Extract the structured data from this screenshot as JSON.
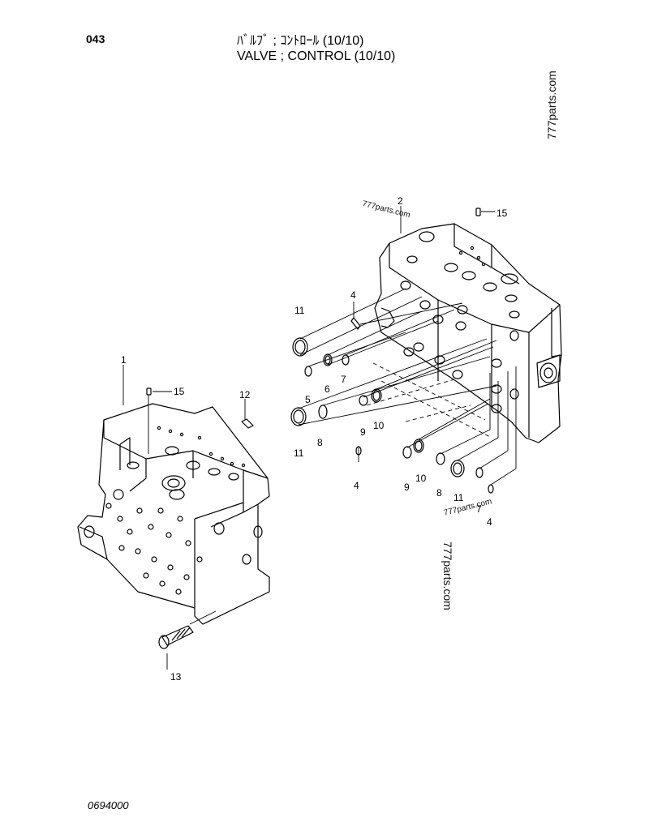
{
  "header": {
    "page_number": "043",
    "title_jp": "ﾊﾞﾙﾌﾞ ; ｺﾝﾄﾛｰﾙ (10/10)",
    "title_en": "VALVE ; CONTROL (10/10)"
  },
  "footer": {
    "doc_code": "0694000"
  },
  "watermarks": [
    "777parts.com",
    "777parts.com",
    "777parts.com",
    "777parts.com"
  ],
  "callouts": [
    "1",
    "15",
    "12",
    "13",
    "2",
    "15",
    "4",
    "11",
    "5",
    "6",
    "7",
    "9",
    "10",
    "11",
    "8",
    "4",
    "9",
    "10",
    "8",
    "11",
    "7",
    "4"
  ]
}
